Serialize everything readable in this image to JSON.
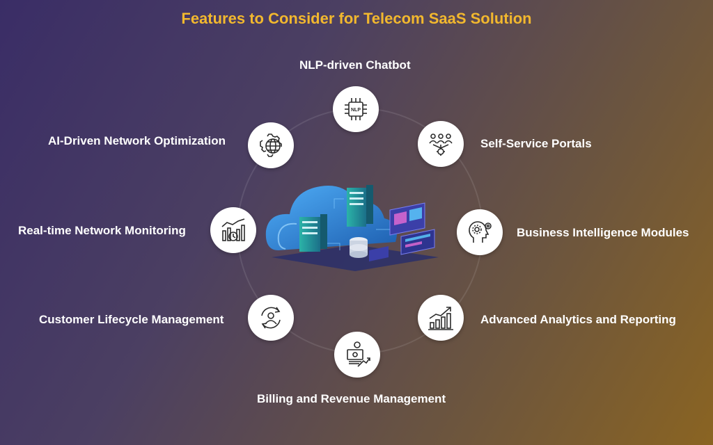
{
  "title": "Features to Consider for Telecom SaaS Solution",
  "nodes": [
    {
      "key": "nlp",
      "label": "NLP-driven Chatbot",
      "icon": "nlp-chip-icon",
      "icon_text": "NLP"
    },
    {
      "key": "self-service",
      "label": "Self-Service Portals",
      "icon": "users-gear-icon"
    },
    {
      "key": "bi",
      "label": "Business Intelligence Modules",
      "icon": "head-gears-icon"
    },
    {
      "key": "analytics",
      "label": "Advanced Analytics and Reporting",
      "icon": "growth-chart-icon"
    },
    {
      "key": "billing",
      "label": "Billing and Revenue Management",
      "icon": "billing-cash-icon"
    },
    {
      "key": "lifecycle",
      "label": "Customer Lifecycle Management",
      "icon": "customer-cycle-icon"
    },
    {
      "key": "monitoring",
      "label": "Real-time Network Monitoring",
      "icon": "monitoring-chart-icon"
    },
    {
      "key": "ai-network",
      "label": "AI-Driven Network Optimization",
      "icon": "gear-globe-icon"
    }
  ],
  "colors": {
    "title": "#f2b82e",
    "background_start": "#3a2d66",
    "background_end": "#8a6422",
    "icon_stroke": "#2b2b2b",
    "cloud": "#2d8fe6"
  }
}
